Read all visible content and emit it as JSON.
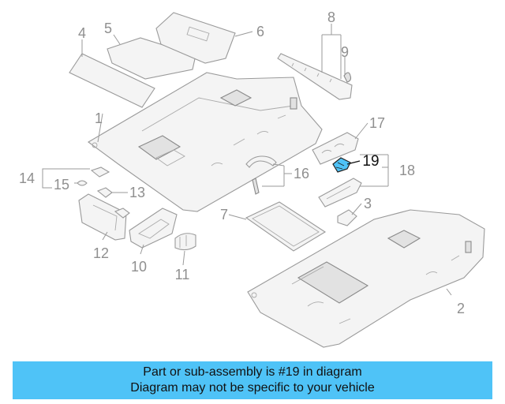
{
  "callouts": {
    "c1": "1",
    "c2": "2",
    "c3": "3",
    "c4": "4",
    "c5": "5",
    "c6": "6",
    "c7": "7",
    "c8": "8",
    "c9": "9",
    "c10": "10",
    "c11": "11",
    "c12": "12",
    "c13": "13",
    "c14": "14",
    "c15": "15",
    "c16": "16",
    "c17": "17",
    "c18": "18",
    "c19": "19"
  },
  "highlight_color": "#4fc3f7",
  "banner": {
    "line1": "Part or sub-assembly is #19 in diagram",
    "line2": "Diagram may not be specific to your vehicle"
  }
}
